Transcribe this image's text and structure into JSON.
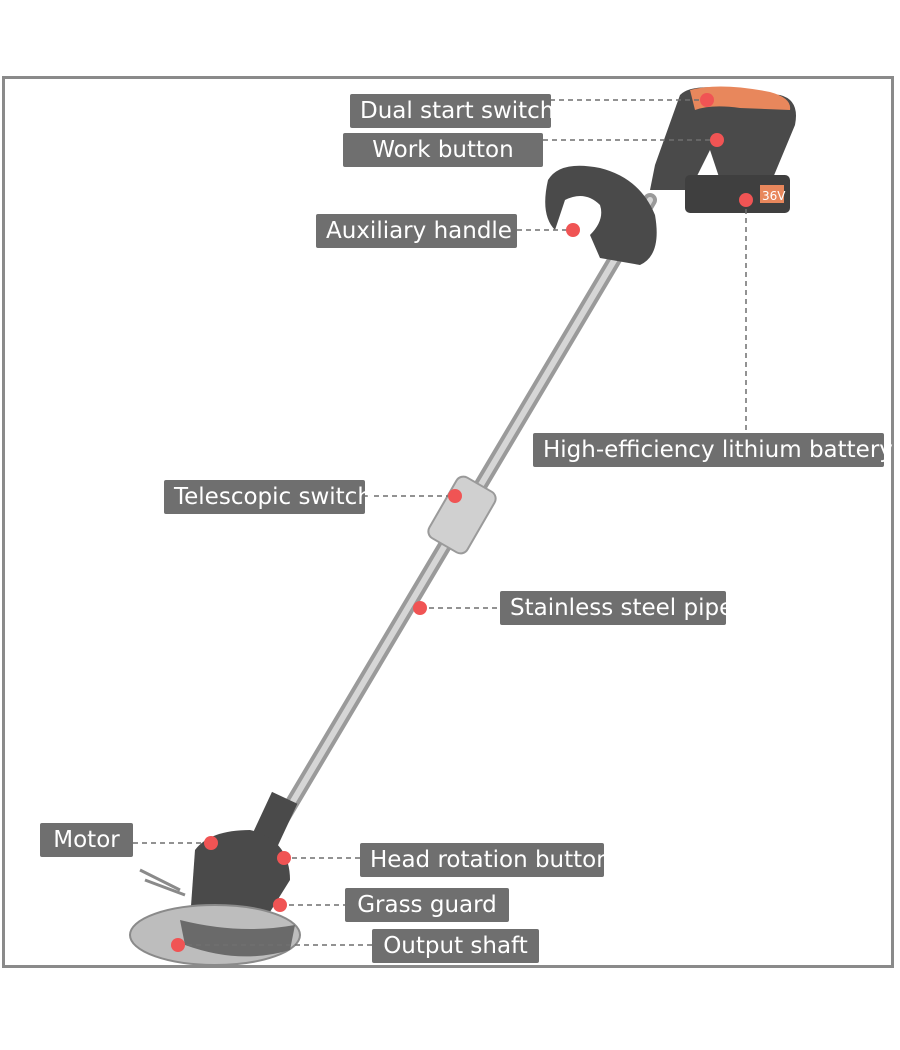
{
  "labels": {
    "dual_start_switch": "Dual start switch",
    "work_button": "Work button",
    "auxiliary_handle": "Auxiliary handle",
    "lithium_battery": "High-efficiency lithium battery",
    "telescopic_switch": "Telescopic switch",
    "stainless_steel_pipe": "Stainless steel pipe",
    "motor": "Motor",
    "head_rotation_button": "Head rotation button",
    "grass_guard": "Grass guard",
    "output_shaft": "Output shaft"
  },
  "battery_marking": "36V",
  "colors": {
    "label_bg": "#6f6f6f",
    "marker": "#f05454",
    "handle_accent": "#e8875c",
    "frame": "#8a8a8a"
  }
}
